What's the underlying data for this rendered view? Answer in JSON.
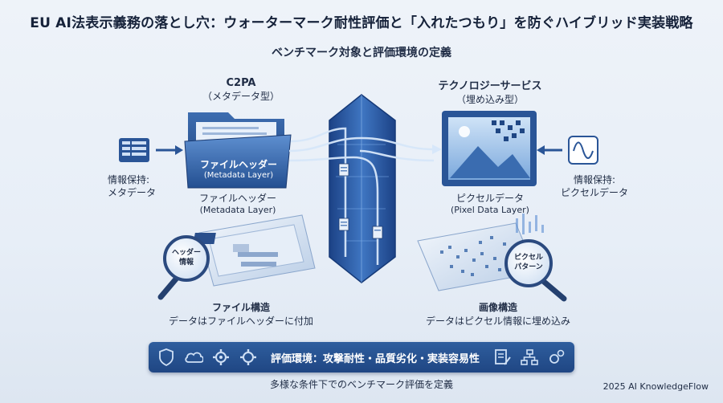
{
  "title": "EU AI法表示義務の落とし穴：ウォーターマーク耐性評価と「入れたつもり」を防ぐハイブリッド実装戦略",
  "subtitle": "ベンチマーク対象と評価環境の定義",
  "left": {
    "name": "C2PA",
    "type": "（メタデータ型）",
    "folder_label": "ファイルヘッダー",
    "folder_sublabel": "(Metadata Layer)",
    "layer_label": "ファイルヘッダー",
    "layer_sublabel": "(Metadata Layer)",
    "info_label_1": "情報保持:",
    "info_label_2": "メタデータ",
    "magnifier_1": "ヘッダー",
    "magnifier_2": "情報",
    "structure_title": "ファイル構造",
    "structure_desc": "データはファイルヘッダーに付加"
  },
  "right": {
    "name": "テクノロジーサービス",
    "type": "（埋め込み型）",
    "layer_label": "ピクセルデータ",
    "layer_sublabel": "(Pixel Data Layer)",
    "info_label_1": "情報保持:",
    "info_label_2": "ピクセルデータ",
    "magnifier_1": "ピクセル",
    "magnifier_2": "パターン",
    "structure_title": "画像構造",
    "structure_desc": "データはピクセル情報に埋め込み"
  },
  "bottom_bar": {
    "text": "評価環境：攻撃耐性・品質劣化・実装容易性",
    "icons": [
      "shield-icon",
      "cloud-icon",
      "gear-icon",
      "gear-icon",
      "document-edit-icon",
      "hierarchy-icon",
      "gears-icon"
    ]
  },
  "footer": "多様な条件下でのベンチマーク評価を定義",
  "credit": "2025 AI KnowledgeFlow",
  "colors": {
    "primary": "#2f5e9e",
    "dark": "#16223a",
    "accent": "#4a8ad4"
  }
}
